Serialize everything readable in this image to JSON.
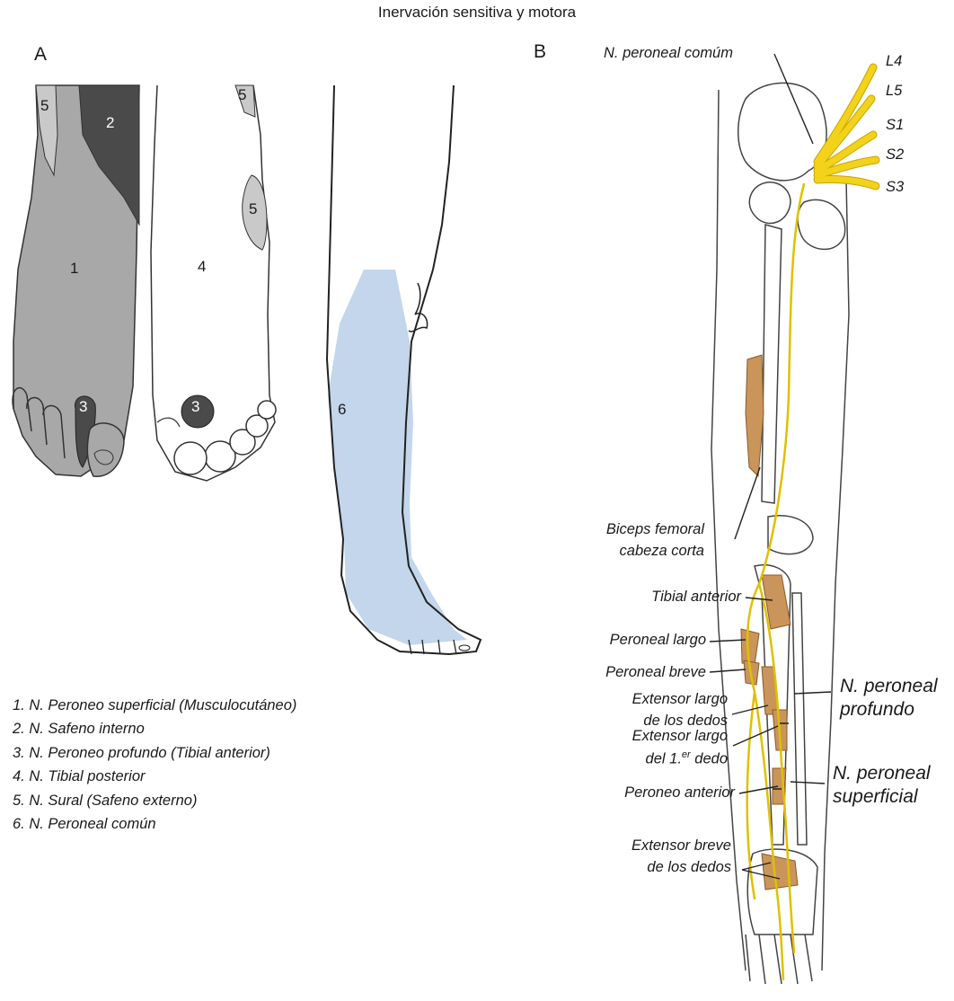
{
  "title": "Inervación sensitiva y motora",
  "panels": {
    "a": "A",
    "b": "B"
  },
  "regions": [
    "1",
    "2",
    "3",
    "3",
    "4",
    "5",
    "5",
    "6"
  ],
  "legend": [
    "1. N. Peroneo superficial (Musculocutáneo)",
    "2. N. Safeno interno",
    "3. N. Peroneo profundo (Tibial anterior)",
    "4. N. Tibial posterior",
    "5. N. Sural (Safeno externo)",
    "6. N. Peroneal común"
  ],
  "roots": [
    "L4",
    "L5",
    "S1",
    "S2",
    "S3"
  ],
  "labels": {
    "common": "N. peroneal comúm",
    "biceps": [
      "Biceps femoral",
      "cabeza corta"
    ],
    "tibial": "Tibial anterior",
    "peroneal_long": "Peroneal largo",
    "peroneal_short": "Peroneal breve",
    "ext_long_toes": [
      "Extensor largo",
      "de los dedos"
    ],
    "ext_long_hallux": [
      "Extensor largo",
      "del 1.",
      "er",
      " dedo"
    ],
    "peroneus_anterior": "Peroneo anterior",
    "ext_short": [
      "Extensor breve",
      "de los dedos"
    ],
    "deep": [
      "N. peroneal",
      "profundo"
    ],
    "superficial": [
      "N. peroneal",
      "superficial"
    ]
  },
  "colors": {
    "nerve": "#f2d21a",
    "nerve_edge": "#caa400",
    "muscle": "#c9955a",
    "shade_light": "#a8a8a8",
    "shade_dark": "#4a4a4a",
    "blue": "#b9cfe8"
  }
}
